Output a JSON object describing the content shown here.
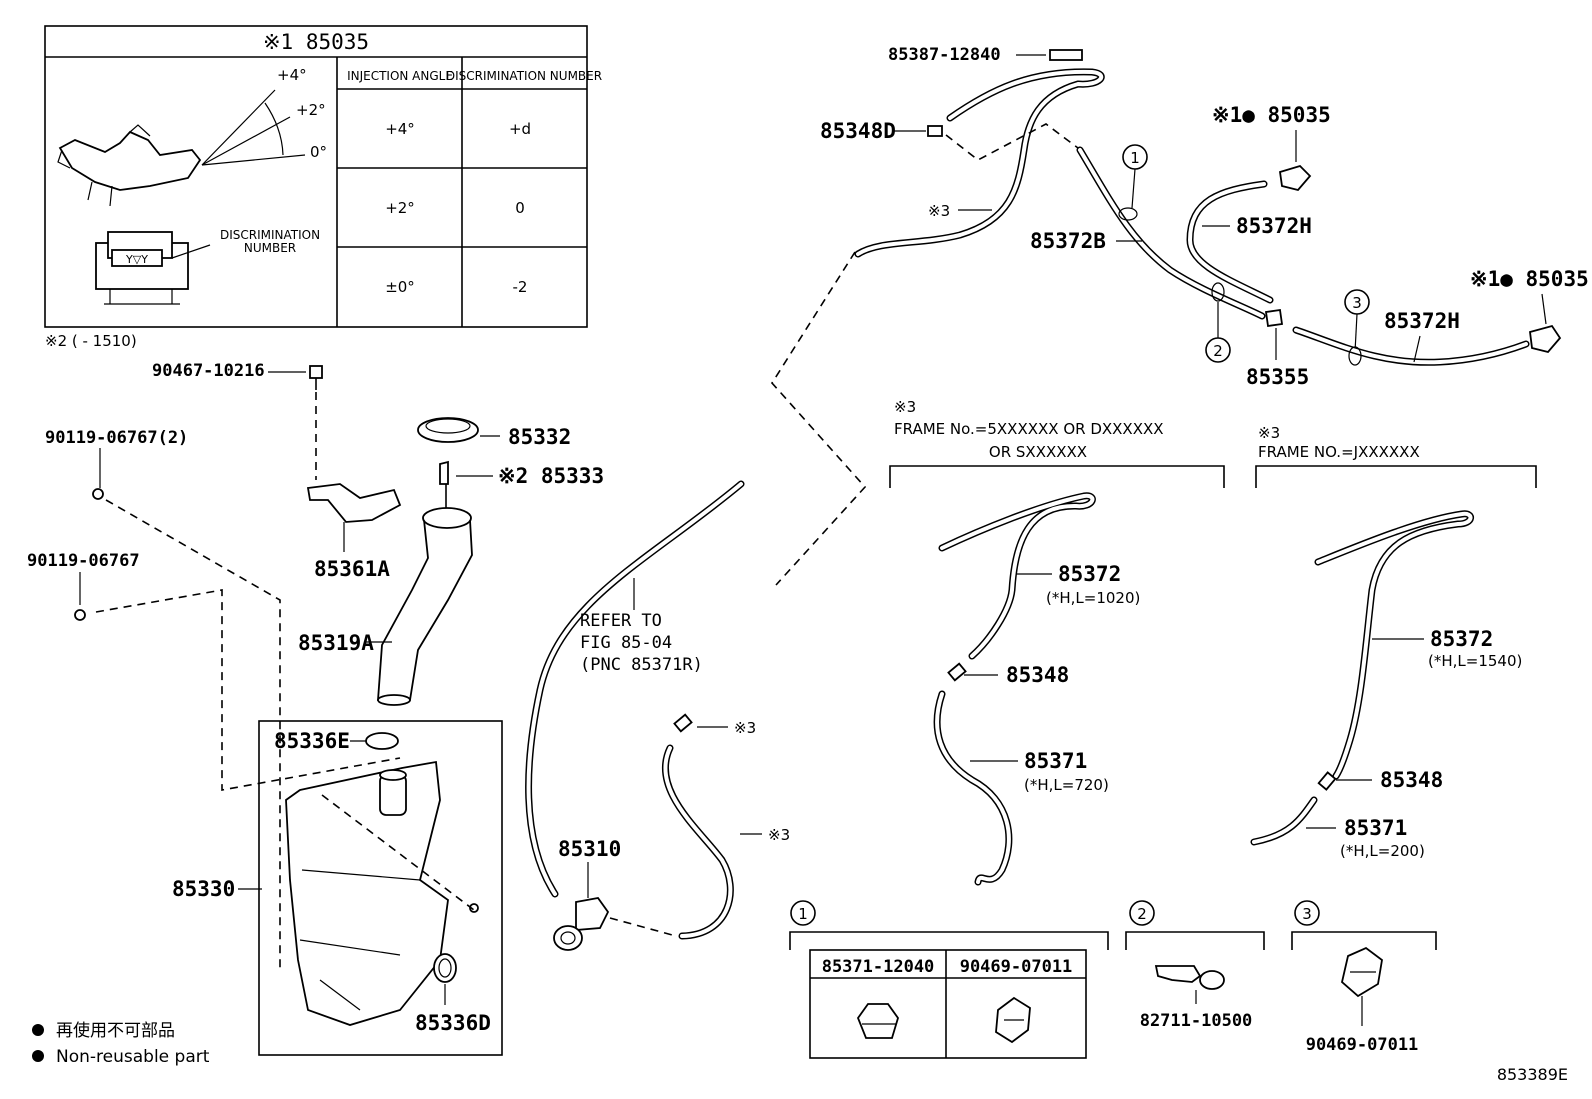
{
  "inset": {
    "title": "※1 85035",
    "angles": [
      "+4°",
      "+2°",
      "0°"
    ],
    "discrimination_label": "DISCRIMINATION NUMBER",
    "table": {
      "headers": [
        "INJECTION ANGLE",
        "DISCRIMINATION NUMBER"
      ],
      "rows": [
        {
          "angle": "+4°",
          "number": "+d"
        },
        {
          "angle": "+2°",
          "number": "0"
        },
        {
          "angle": "±0°",
          "number": "-2"
        }
      ]
    },
    "note2": "※2 (    - 1510)"
  },
  "parts": {
    "p90467": "90467-10216",
    "p90119_2": "90119-06767(2)",
    "p90119": "90119-06767",
    "p85332": "85332",
    "p85333": "※2  85333",
    "p85361A": "85361A",
    "p85319A": "85319A",
    "p85336E": "85336E",
    "p85330": "85330",
    "p85336D": "85336D",
    "p85310": "85310",
    "refer": [
      "REFER TO",
      "FIG 85-04",
      "(PNC 85371R)"
    ],
    "star3_a": "※3",
    "star3_b": "※3",
    "p85387": "85387-12840",
    "p85348D": "85348D",
    "star3_c": "※3",
    "p85372B": "85372B",
    "p85035_a": "※1● 85035",
    "p85372H_a": "85372H",
    "p85355": "85355",
    "p85035_b": "※1● 85035",
    "p85372H_b": "85372H"
  },
  "frame_sets": {
    "left": {
      "mark": "※3",
      "line1": "FRAME No.=5XXXXXX OR DXXXXXX",
      "line2": "OR SXXXXXX",
      "p85372": "85372",
      "p85372_note": "(*H,L=1020)",
      "p85348": "85348",
      "p85371": "85371",
      "p85371_note": "(*H,L=720)"
    },
    "right": {
      "mark": "※3",
      "line1": "FRAME NO.=JXXXXXX",
      "p85372": "85372",
      "p85372_note": "(*H,L=1540)",
      "p85348": "85348",
      "p85371": "85371",
      "p85371_note": "(*H,L=200)"
    }
  },
  "callouts": {
    "c1": "1",
    "c2": "2",
    "c3": "3",
    "box1_col1": "85371-12040",
    "box1_col2": "90469-07011",
    "box2_part": "82711-10500",
    "box3_part": "90469-07011"
  },
  "legend": {
    "jp": "再使用不可部品",
    "en": "Non-reusable part"
  },
  "footer": {
    "code": "853389E"
  }
}
